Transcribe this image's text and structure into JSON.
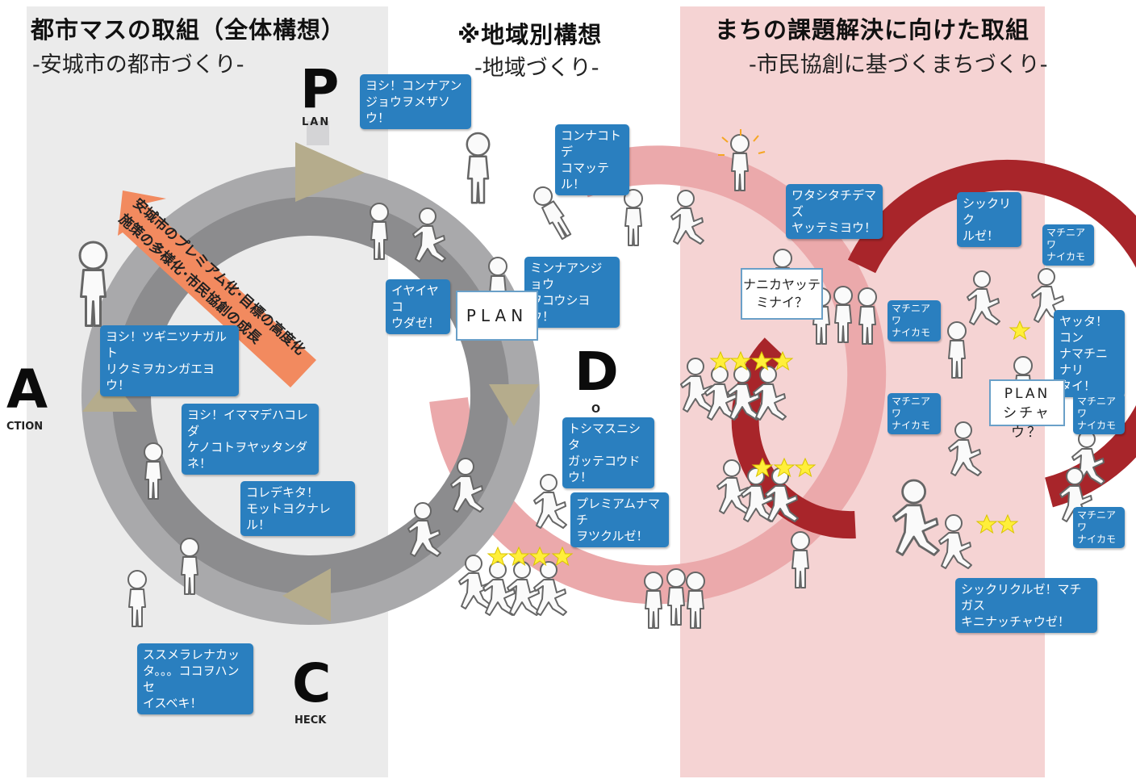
{
  "headers": {
    "left_title": "都市マスの取組（全体構想）",
    "left_sub": "-安城市の都市づくり-",
    "center_title": "※地域別構想",
    "center_sub": "-地域づくり-",
    "right_title": "まちの課題解決に向けた取組",
    "right_sub": "-市民協創に基づくまちづくり-"
  },
  "pdca": {
    "p_letter": "P",
    "p_rest": "LAN",
    "d_letter": "D",
    "d_rest": "O",
    "c_letter": "C",
    "c_rest": "HECK",
    "a_letter": "A",
    "a_rest": "CTION"
  },
  "diagonal_arrow": {
    "line1": "安城市のプレミアム化･目標の高度化",
    "line2": "施策の多様化･市民協創の成長"
  },
  "bubbles": {
    "b1": "ヨシ！コンナアン\nジョウヲメザソウ！",
    "b2": "コンナコトデ\nコマッテル！",
    "b3": "イヤイヤコ\nウダゼ！",
    "b4": "ミンナアンジョウ\nヲコウシヨウ！",
    "b5": "ヨシ！ツギニツナガルト\nリクミヲカンガエヨウ！",
    "b6": "ヨシ！イママデハコレダ\nケノコトヲヤッタンダネ！",
    "b7": "コレデキタ！\nモットヨクナレル！",
    "b8": "ススメラレナカッ\nタ。。。ココヲハンセ\nイスベキ！",
    "b9": "トシマスニシタ\nガッテコウドウ！",
    "b10": "プレミアムナマチ\nヲツクルゼ！",
    "b11": "ワタシタチデマズ\nヤッテミヨウ！",
    "b12": "シックリク\nルゼ！",
    "b13": "マチニアワ\nナイカモ",
    "b14": "マチニアワ\nナイカモ",
    "b15": "ヤッタ！コン\nナマチニナリ\nタイ！",
    "b16": "マチニアワ\nナイカモ",
    "b17": "マチニアワ\nナイカモ",
    "b18": "マチニアワ\nナイカモ",
    "b19": "シックリクルゼ！マチガス\nキニナッチャウゼ！"
  },
  "signs": {
    "plan_center": "PLAN",
    "nanika": "ナニカヤッテ\nミナイ？",
    "plan_right": "PLAN\nシチャウ？"
  },
  "colors": {
    "left_panel": "#ebebeb",
    "right_panel": "#f5d3d3",
    "bubble": "#2a7fbf",
    "gray_ring": "#8c8c8e",
    "pink_ring": "#eba9ab",
    "red_ring": "#a8252a",
    "khaki_arrow": "#b5ac8c",
    "orange_arrow": "#f28a5f",
    "star": "#ffef3a"
  }
}
